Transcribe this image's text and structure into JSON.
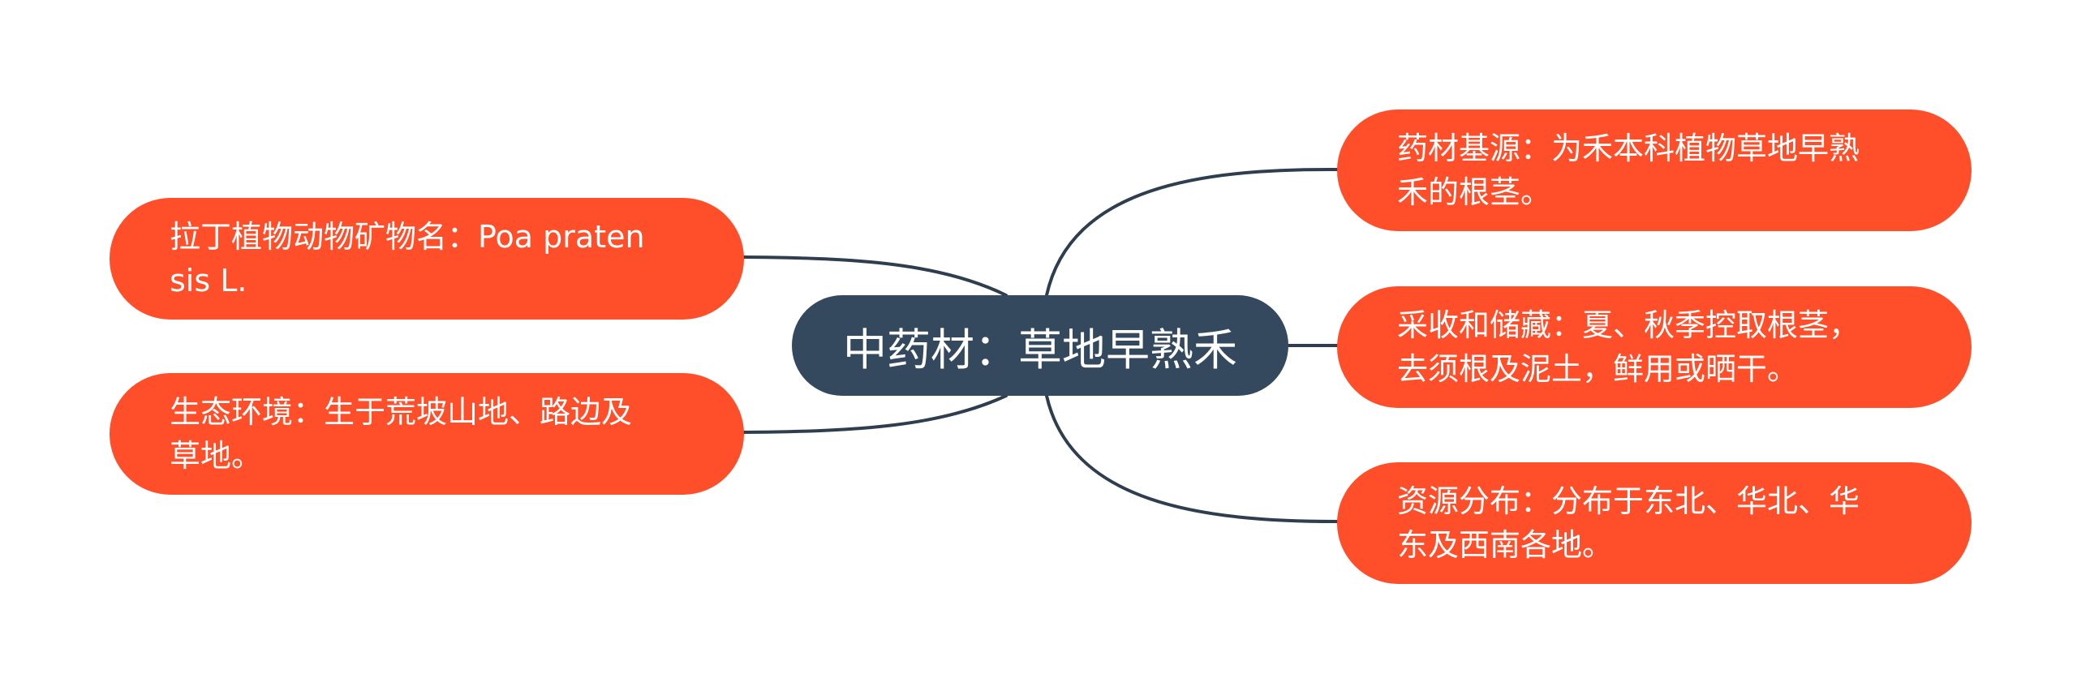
{
  "center": {
    "label": "中药材：草地早熟禾"
  },
  "left": [
    {
      "lines": [
        "拉丁植物动物矿物名：Poa praten",
        "sis L."
      ]
    },
    {
      "lines": [
        "生态环境：生于荒坡山地、路边及",
        "草地。"
      ]
    }
  ],
  "right": [
    {
      "lines": [
        "药材基源：为禾本科植物草地早熟",
        "禾的根茎。"
      ]
    },
    {
      "lines": [
        "采收和储藏：夏、秋季控取根茎，",
        "去须根及泥土，鲜用或晒干。"
      ]
    },
    {
      "lines": [
        "资源分布：分布于东北、华北、华",
        "东及西南各地。"
      ]
    }
  ],
  "colors": {
    "center_fill": "#34495e",
    "leaf_fill": "#fe4e2a",
    "connector": "#2f3e4f",
    "text": "#ffffff"
  }
}
